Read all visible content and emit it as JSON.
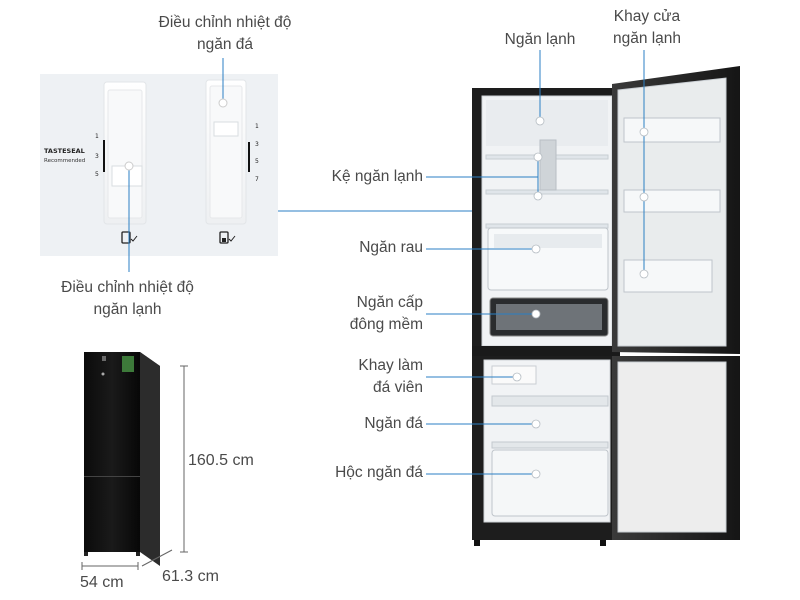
{
  "labels": {
    "freezer_temp_control": [
      "Điều chỉnh nhiệt độ",
      "ngăn đá"
    ],
    "fridge_temp_control": [
      "Điều chỉnh nhiệt độ",
      "ngăn lạnh"
    ],
    "fridge_compartment": "Ngăn lạnh",
    "fridge_door_tray": [
      "Khay cửa",
      "ngăn lạnh"
    ],
    "fridge_shelf": "Kệ ngăn lạnh",
    "vegetable_drawer": "Ngăn rau",
    "soft_freeze_drawer": [
      "Ngăn cấp",
      "đông mềm"
    ],
    "ice_tray": [
      "Khay làm",
      "đá viên"
    ],
    "freezer_compartment": "Ngăn đá",
    "freezer_drawer": "Hộc ngăn đá"
  },
  "dimensions": {
    "height": "160.5 cm",
    "width": "54 cm",
    "depth": "61.3 cm"
  },
  "dial_panel": {
    "left_scale": [
      "1",
      "3",
      "5"
    ],
    "right_scale": [
      "1",
      "3",
      "5",
      "7"
    ],
    "tasteseal_title": "TASTESEAL",
    "tasteseal_sub": "Recommended"
  },
  "colors": {
    "leader_line": "#2b7fc4",
    "marker_dot": "#ffffff",
    "fridge_body": "#1e1e1e",
    "interior": "#f1f3f5",
    "label_text": "#4a4a4a"
  }
}
